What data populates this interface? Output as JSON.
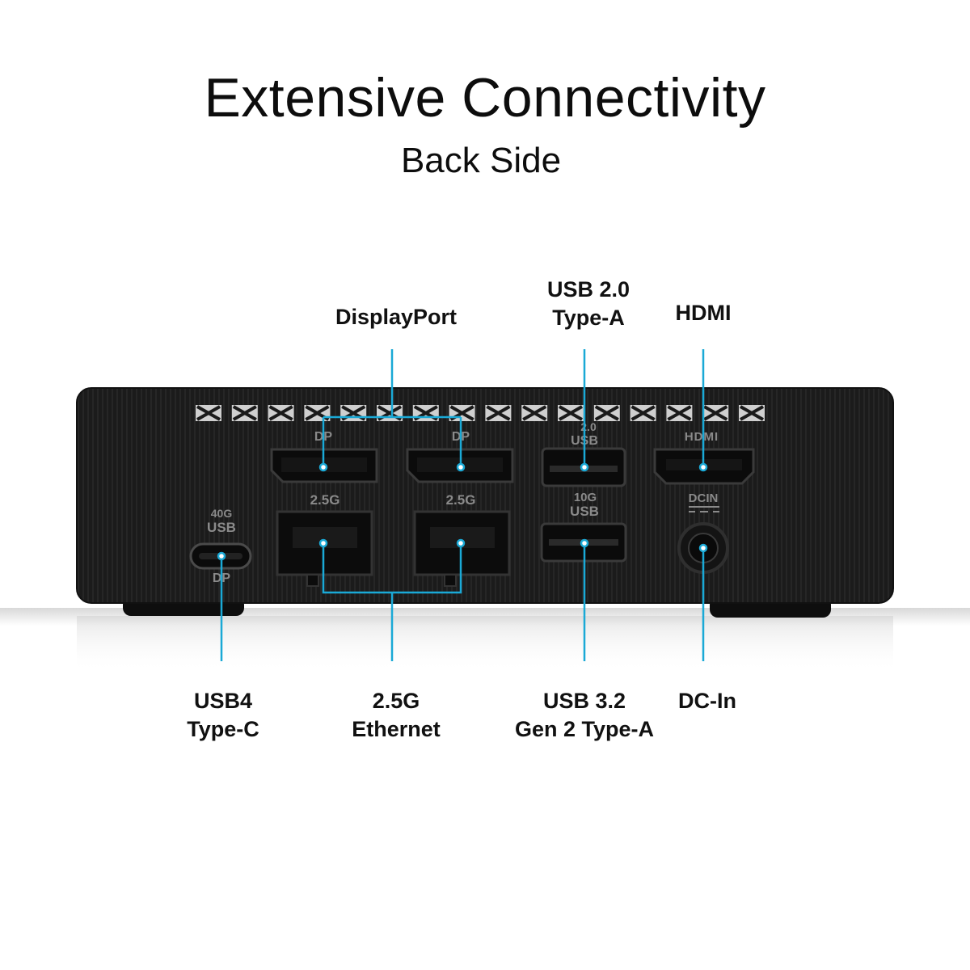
{
  "header": {
    "title": "Extensive Connectivity",
    "subtitle": "Back Side"
  },
  "callouts": {
    "displayport": "DisplayPort",
    "usb20_line1": "USB 2.0",
    "usb20_line2": "Type-A",
    "hdmi": "HDMI",
    "usb4_line1": "USB4",
    "usb4_line2": "Type-C",
    "ethernet_line1": "2.5G",
    "ethernet_line2": "Ethernet",
    "usb32_line1": "USB 3.2",
    "usb32_line2": "Gen 2 Type-A",
    "dcin": "DC-In"
  },
  "port_markings": {
    "dp_left": "DP",
    "dp_right": "DP",
    "usb20_top": "2.0",
    "usb20_bottom": "USB",
    "hdmi": "HDMI",
    "usb10g_top": "10G",
    "usb10g_bottom": "USB",
    "dcin": "DCIN",
    "lan_left": "2.5G",
    "lan_right": "2.5G",
    "usbc_top": "40G",
    "usbc_mid": "USB",
    "usbc_bottom": "DP"
  },
  "colors": {
    "accent": "#1aa9d6",
    "device_body": "#1a1a1a",
    "port_label": "#8a8a8a"
  }
}
